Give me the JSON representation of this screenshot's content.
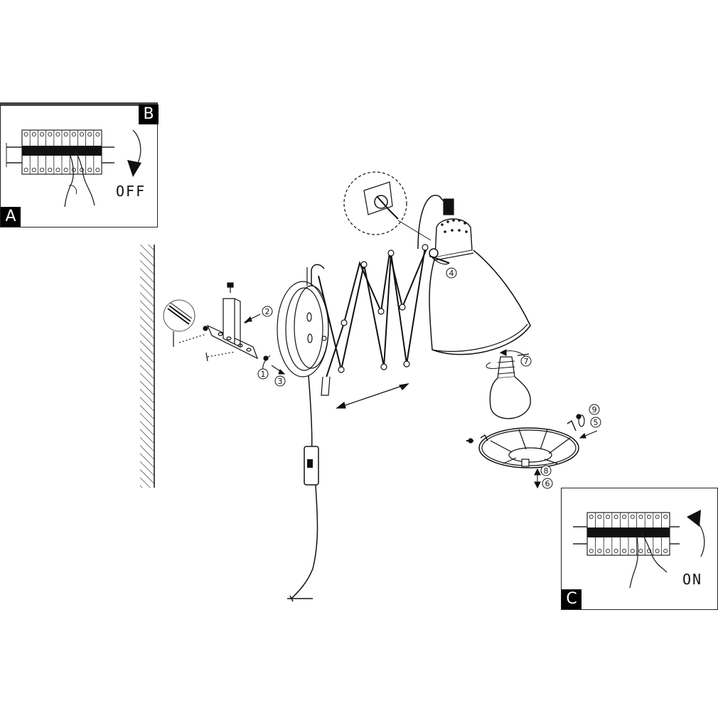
{
  "panels": {
    "off": {
      "tag_top": "B",
      "tag_bottom": "A",
      "word": "OFF"
    },
    "on": {
      "tag_bottom": "C",
      "word": "ON"
    }
  },
  "steps": [
    "1",
    "2",
    "3",
    "4",
    "5",
    "6",
    "7",
    "8",
    "9"
  ],
  "colors": {
    "ink": "#111111",
    "panel_bar": "#444444"
  }
}
